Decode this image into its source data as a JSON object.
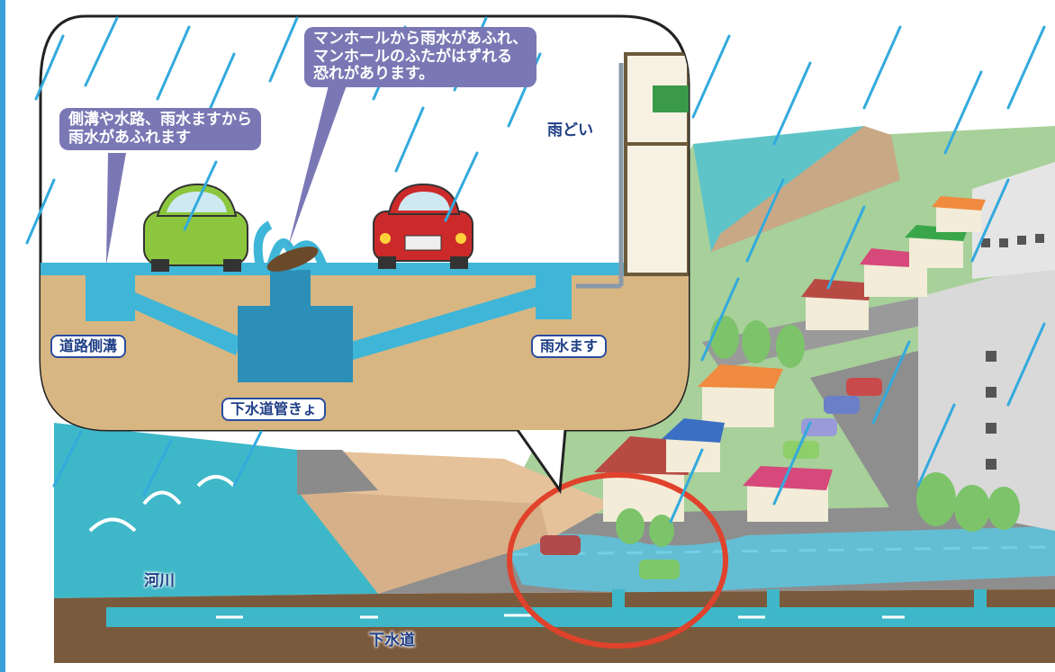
{
  "callouts": {
    "manhole": "マンホールから雨水があふれ、\nマンホールのふたがはずれる\n恐れがあります。",
    "gutter": "側溝や水路、雨水ますから\n雨水があふれます"
  },
  "labels": {
    "downspout": "雨どい",
    "road_gutter": "道路側溝",
    "storm_inlet": "雨水ます",
    "sewer_pipe": "下水道管きょ",
    "river": "河川",
    "sewer": "下水道"
  },
  "colors": {
    "sky": "#ffffff",
    "rain": "#33aadd",
    "water": "#3fb6d8",
    "soil": "#d8b682",
    "ground": "#7a5a3c",
    "river": "#3eb8c8",
    "road": "#8e8e8e",
    "grass": "#9fca8a",
    "highlight_circle": "#e0422c",
    "callout_bg": "#7a78b4",
    "label_border": "#2a4ca0"
  }
}
